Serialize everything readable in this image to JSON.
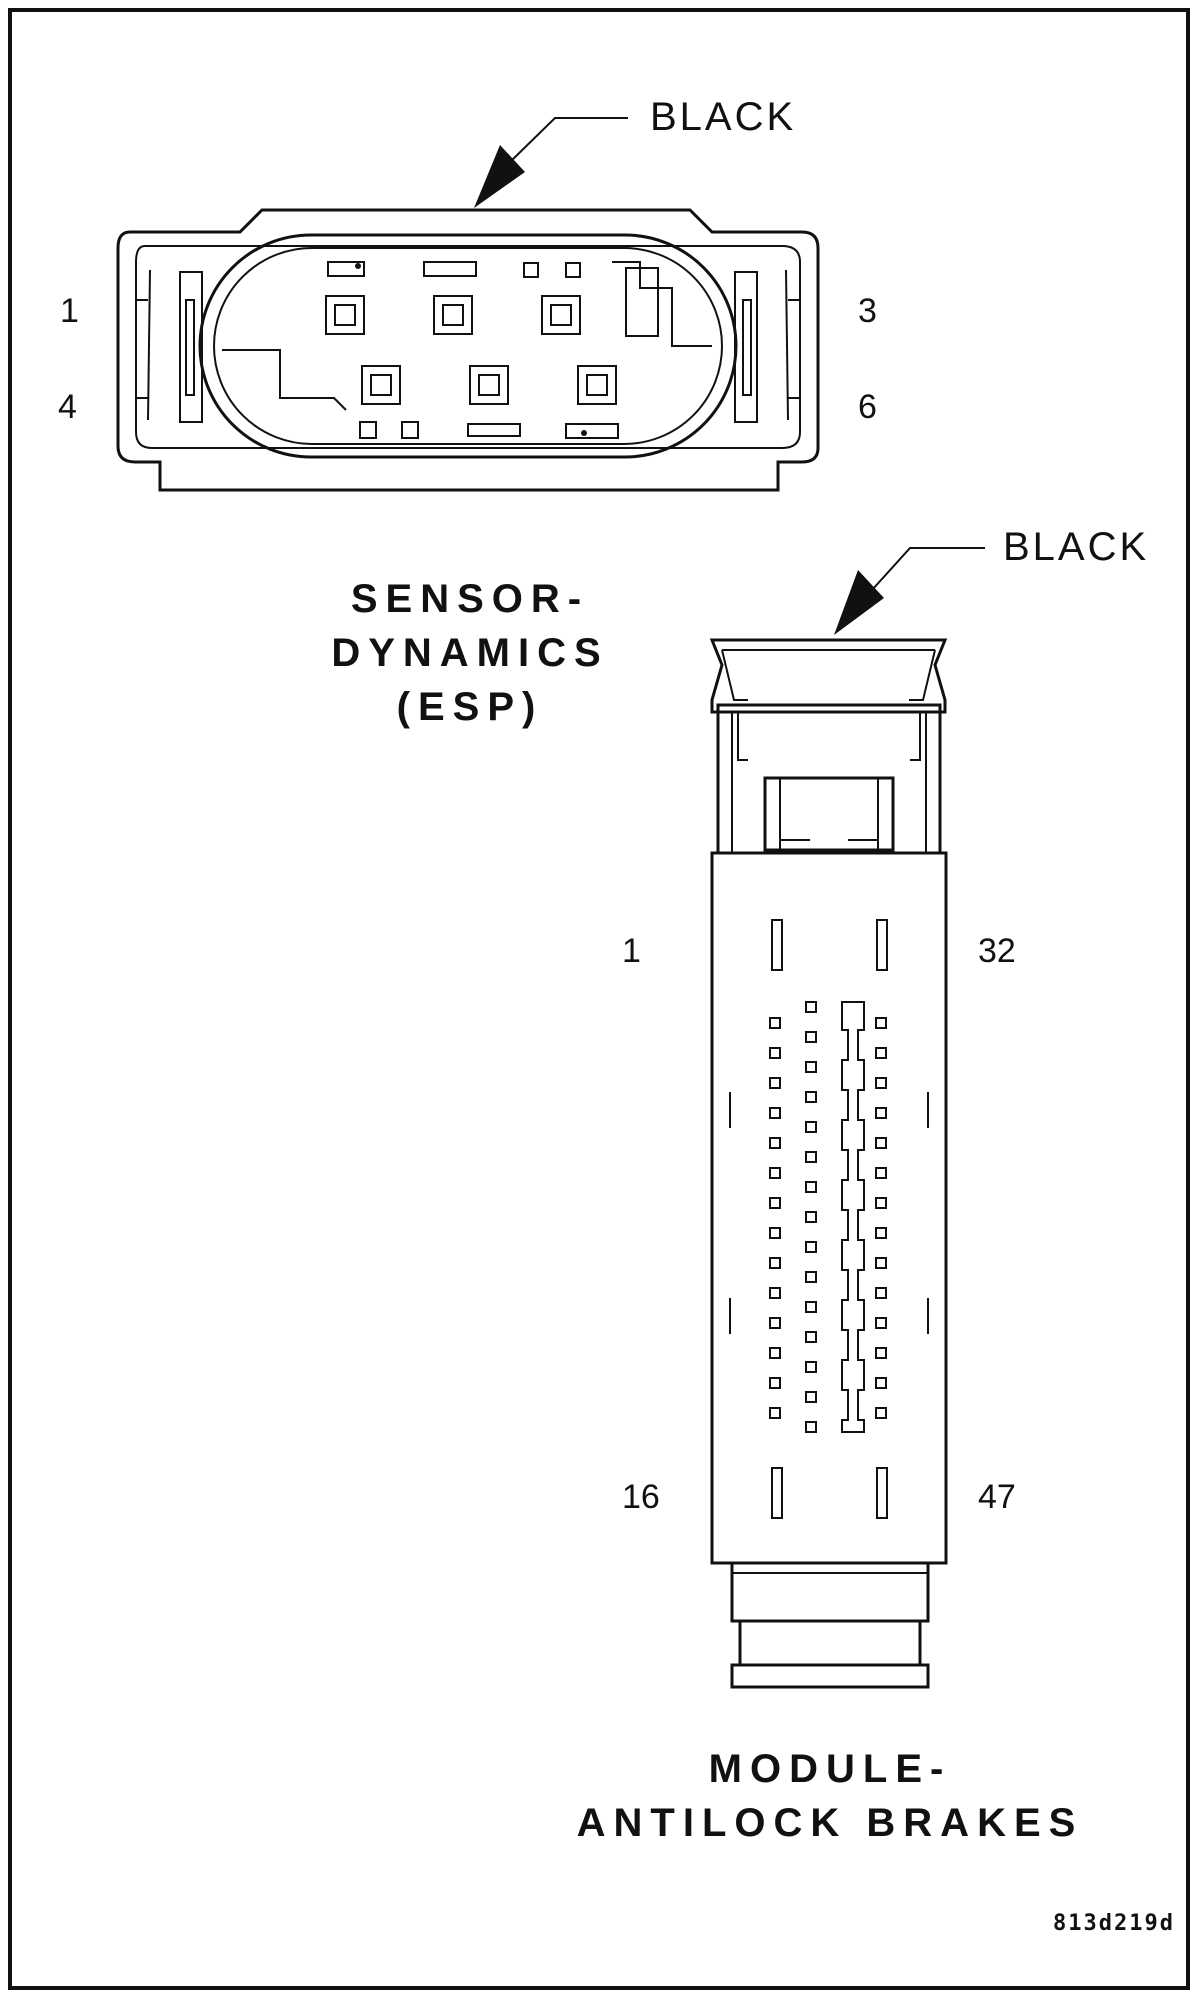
{
  "figure_code": "813d219d",
  "esp_connector": {
    "title_lines": [
      "SENSOR-",
      "DYNAMICS",
      "(ESP)"
    ],
    "callout": "BLACK",
    "pin_labels": {
      "top_left": "1",
      "top_right": "3",
      "bottom_left": "4",
      "bottom_right": "6"
    }
  },
  "abs_connector": {
    "title_lines": [
      "MODULE-",
      "ANTILOCK BRAKES"
    ],
    "callout": "BLACK",
    "pin_labels": {
      "top_left": "1",
      "top_right": "32",
      "bottom_left": "16",
      "bottom_right": "47"
    }
  }
}
